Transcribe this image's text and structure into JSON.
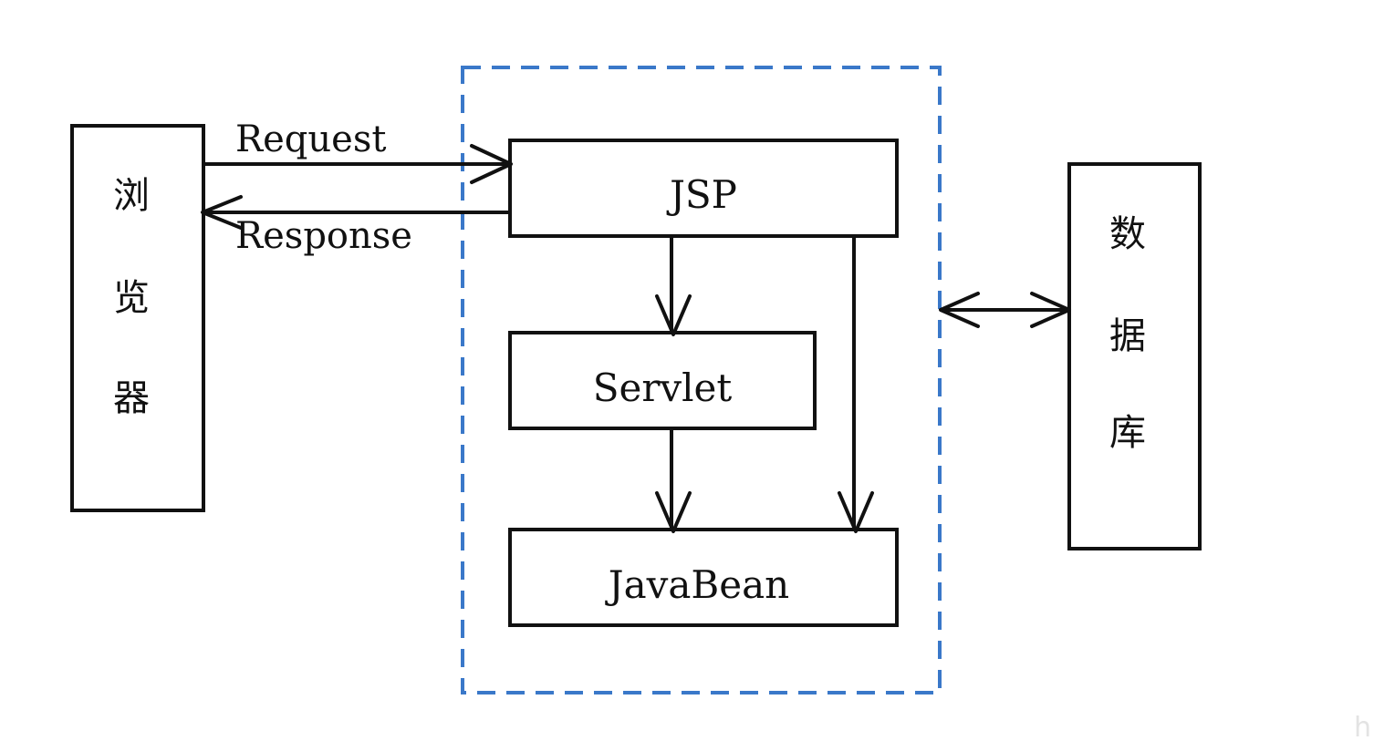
{
  "diagram": {
    "nodes": {
      "browser": {
        "label": "浏览器",
        "chars": [
          "浏",
          "览",
          "器"
        ]
      },
      "database": {
        "label": "数据库",
        "chars": [
          "数",
          "据",
          "库"
        ]
      },
      "jsp": {
        "label": "JSP"
      },
      "servlet": {
        "label": "Servlet"
      },
      "javabean": {
        "label": "JavaBean"
      }
    },
    "edges": {
      "request": {
        "label": "Request",
        "from": "browser",
        "to": "jsp"
      },
      "response": {
        "label": "Response",
        "from": "jsp",
        "to": "browser"
      },
      "jsp_to_servlet": {
        "from": "jsp",
        "to": "servlet"
      },
      "servlet_to_javabean": {
        "from": "servlet",
        "to": "javabean"
      },
      "jsp_to_javabean": {
        "from": "jsp",
        "to": "javabean"
      },
      "group_database": {
        "from": "web-container",
        "to": "database",
        "bidirectional": true
      }
    },
    "group": {
      "name": "web-container",
      "style": "dashed",
      "color": "#3a78c9"
    },
    "corner_mark": "h"
  }
}
